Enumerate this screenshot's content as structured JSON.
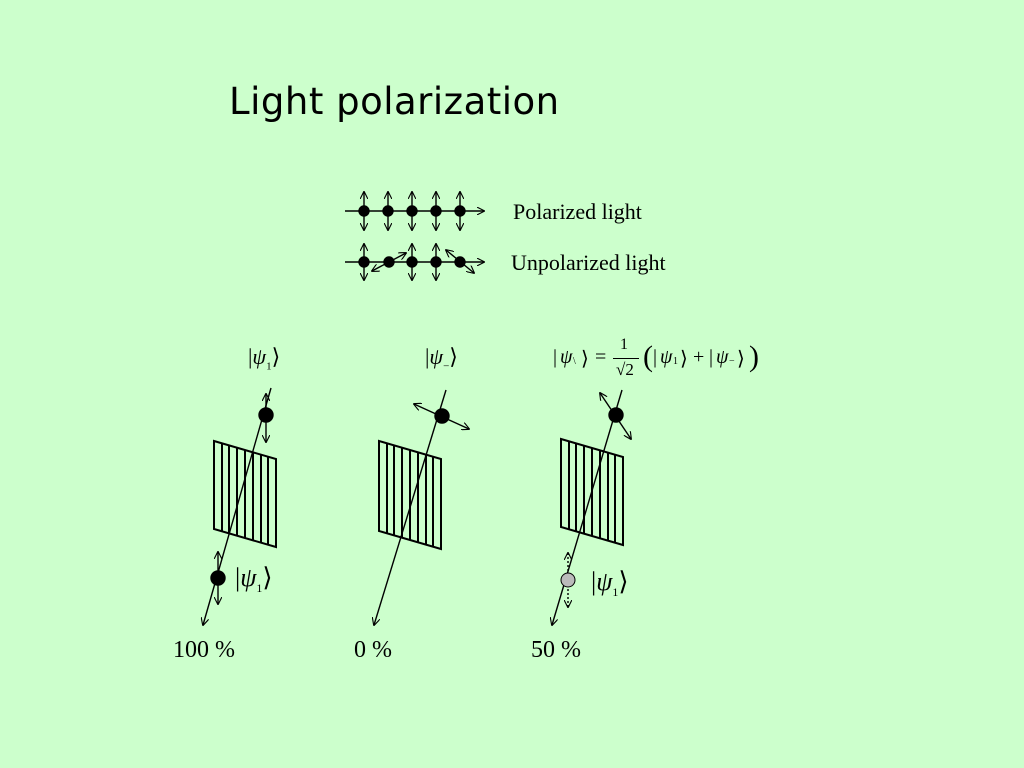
{
  "slide": {
    "title": "Light polarization"
  },
  "legend": {
    "polarized_label": "Polarized light",
    "unpolarized_label": "Unpolarized light"
  },
  "panels": [
    {
      "state_label": "|ψ₁⟩",
      "output_state_label": "|ψ₁⟩",
      "transmission": "100 %"
    },
    {
      "state_label": "|ψ₋⟩",
      "transmission": "0 %"
    },
    {
      "state_label": "|ψ\\⟩ = 1/√2 (|ψ₁⟩ + |ψ₋⟩)",
      "output_state_label": "|ψ₁⟩",
      "transmission": "50 %"
    }
  ],
  "colors": {
    "background": "#ccffcc",
    "ink": "#000000",
    "faded_photon": "#bbbbbb"
  }
}
